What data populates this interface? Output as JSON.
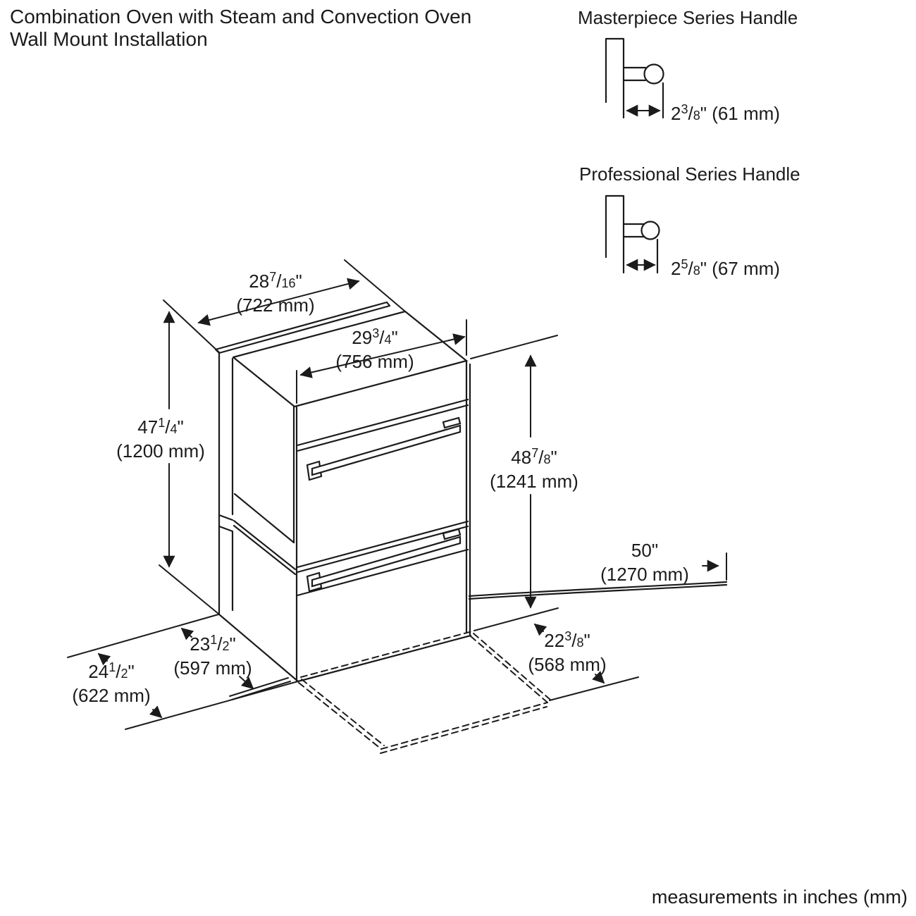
{
  "page": {
    "title_line1": "Combination Oven with Steam and Convection Oven",
    "title_line2": "Wall Mount Installation",
    "footer": "measurements in inches (mm)"
  },
  "handles": {
    "masterpiece": {
      "title": "Masterpiece Series Handle",
      "dim": {
        "whole": "2",
        "num": "3",
        "den": "8",
        "slash": "/",
        "inch": "\" ",
        "mm": "(61 mm)"
      }
    },
    "professional": {
      "title": "Professional Series Handle",
      "dim": {
        "whole": "2",
        "num": "5",
        "den": "8",
        "slash": "/",
        "inch": "\" ",
        "mm": "(67 mm)"
      }
    }
  },
  "diagram": {
    "dims": {
      "depth_overall": {
        "whole": "28",
        "num": "7",
        "den": "16",
        "slash": "/",
        "inch": "\"",
        "mm": "(722 mm)"
      },
      "width_top": {
        "whole": "29",
        "num": "3",
        "den": "4",
        "slash": "/",
        "inch": "\"",
        "mm": "(756 mm)"
      },
      "height_left": {
        "whole": "47",
        "num": "1",
        "den": "4",
        "slash": "/",
        "inch": "\"",
        "mm": "(1200 mm)"
      },
      "height_right": {
        "whole": "48",
        "num": "7",
        "den": "8",
        "slash": "/",
        "inch": "\"",
        "mm": "(1241 mm)"
      },
      "cord_length": {
        "whole": "50",
        "inch": "\"",
        "mm": "(1270 mm)"
      },
      "depth_body": {
        "whole": "23",
        "num": "1",
        "den": "2",
        "slash": "/",
        "inch": "\"",
        "mm": "(597 mm)"
      },
      "depth_with_door": {
        "whole": "24",
        "num": "1",
        "den": "2",
        "slash": "/",
        "inch": "\"",
        "mm": "(622 mm)"
      },
      "clearance_front": {
        "whole": "22",
        "num": "3",
        "den": "8",
        "slash": "/",
        "inch": "\"",
        "mm": "(568 mm)"
      }
    }
  },
  "colors": {
    "ink": "#1b1b1b",
    "paper": "#ffffff"
  }
}
